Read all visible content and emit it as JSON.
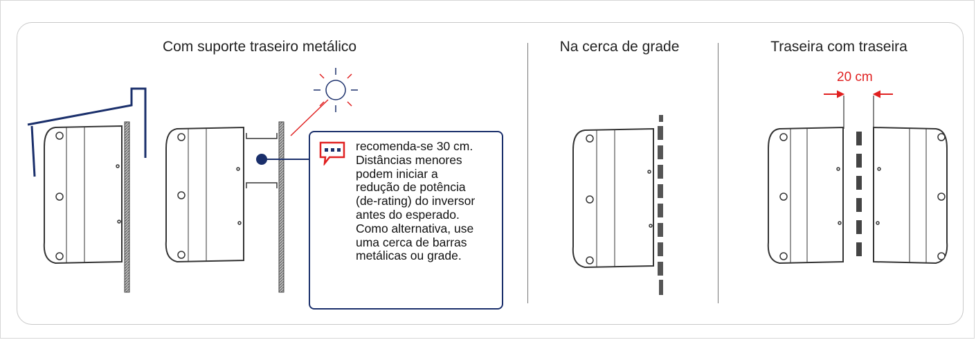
{
  "sections": {
    "metal_support": {
      "title": "Com suporte traseiro metálico"
    },
    "grid_fence": {
      "title": "Na cerca de grade"
    },
    "back_to_back": {
      "title": "Traseira com traseira"
    }
  },
  "callout": {
    "icon": "speech-bubble-icon",
    "lines": [
      "recomenda-se 30 cm.",
      "Distâncias menores",
      "podem iniciar a",
      "redução de potência",
      "(de-rating) do inversor",
      "antes do esperado.",
      "Como alternativa, use",
      "uma cerca de barras",
      "metálicas ou grade."
    ]
  },
  "dimension": {
    "label": "20 cm"
  },
  "colors": {
    "accent_red": "#e02020",
    "navy": "#1a2f6b",
    "outline": "#333333"
  }
}
